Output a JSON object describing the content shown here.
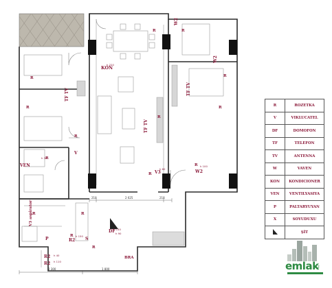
{
  "legend": [
    {
      "code": "R",
      "label": "ROZETKA"
    },
    {
      "code": "V",
      "label": "VIKLUCATEL"
    },
    {
      "code": "DF",
      "label": "DOMOFON"
    },
    {
      "code": "TF",
      "label": "TELEFON"
    },
    {
      "code": "TV",
      "label": "ANTENNA"
    },
    {
      "code": "W",
      "label": "VAVEN"
    },
    {
      "code": "KON",
      "label": "KONDICIONER"
    },
    {
      "code": "VEN",
      "label": "VENTILYASIYA"
    },
    {
      "code": "P",
      "label": "PALTARYUYAN"
    },
    {
      "code": "X",
      "label": "SOYUDUXU"
    },
    {
      "code": "",
      "label": "ŞİT"
    }
  ],
  "plan_labels": {
    "kon": "KON",
    "ven": "VEN",
    "bra": "BRA",
    "tf_tv_left": "TF TV",
    "tf_tv_center": "TF TV",
    "tf_tv_right": "TF TV",
    "w2_top": "W2",
    "w2_mid": "W2",
    "w2_bottom": "W2",
    "v3": "V3",
    "v3_aspirator": "V3 aspirator",
    "df": "DF",
    "v_left": "V",
    "p": "P",
    "r2_bottom": "R2",
    "r2_lower": "R2",
    "r2_kitchen": "R2",
    "s": "S",
    "r_marks": [
      "R",
      "R",
      "R",
      "R",
      "R",
      "R",
      "R",
      "R",
      "R",
      "R",
      "R",
      "R",
      "R",
      "R",
      "R"
    ],
    "dims": [
      "218",
      "2 625",
      "218",
      "2 300",
      "1 800"
    ],
    "heights": [
      "h 40",
      "h 150",
      "h 100",
      "h 140",
      "h 60",
      "h 30",
      "h 90",
      "h 110",
      "h 220"
    ]
  },
  "logo": {
    "name": "emlak",
    "tld": ".az"
  }
}
